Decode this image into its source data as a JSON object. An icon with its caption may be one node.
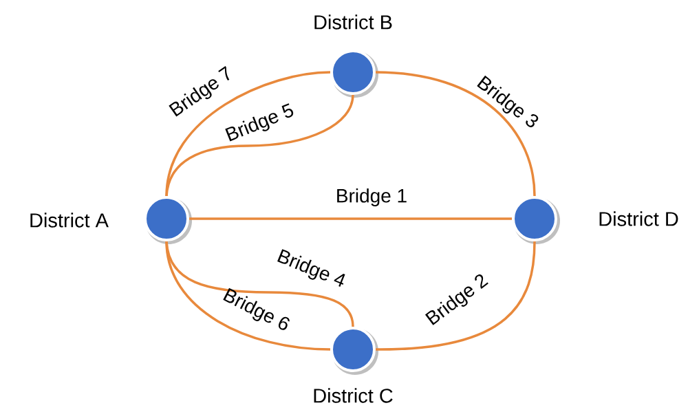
{
  "diagram": {
    "nodes": [
      {
        "text": [],
        "shape": "circle",
        "beside": [
          "District B"
        ]
      },
      {
        "text": [],
        "shape": "circle",
        "beside": [
          "District A"
        ]
      },
      {
        "text": [],
        "shape": "circle",
        "beside": [
          "District D"
        ]
      },
      {
        "text": [],
        "shape": "circle",
        "beside": [
          "District C"
        ]
      }
    ],
    "edges": [
      {
        "from": 1,
        "to": 2,
        "arrow": "none",
        "label": "Bridge 1"
      },
      {
        "from": 3,
        "to": 2,
        "arrow": "none",
        "label": "Bridge 2"
      },
      {
        "from": 0,
        "to": 2,
        "arrow": "none",
        "label": "Bridge 3"
      },
      {
        "from": 1,
        "to": 3,
        "arrow": "none",
        "label": "Bridge 4"
      },
      {
        "from": 1,
        "to": 0,
        "arrow": "none",
        "label": "Bridge 5"
      },
      {
        "from": 1,
        "to": 3,
        "arrow": "none",
        "label": "Bridge 6"
      },
      {
        "from": 1,
        "to": 0,
        "arrow": "none",
        "label": "Bridge 7"
      }
    ]
  }
}
